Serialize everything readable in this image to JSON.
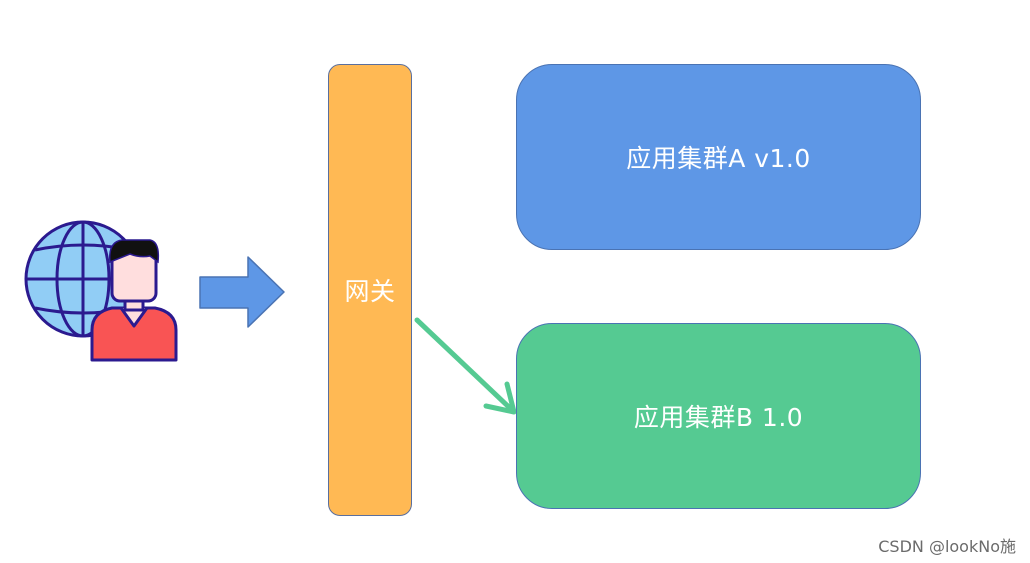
{
  "gateway": {
    "label": "网关",
    "color": "#ffb954"
  },
  "cluster_a": {
    "label": "应用集群A v1.0",
    "color": "#5e97e6"
  },
  "cluster_b": {
    "label": "应用集群B 1.0",
    "color": "#55ca92"
  },
  "user": {
    "icon": "globe-user-icon"
  },
  "arrows": [
    {
      "from": "user",
      "to": "gateway",
      "color": "#5e97e6"
    },
    {
      "from": "gateway",
      "to": "cluster_b",
      "color": "#55ca92"
    }
  ],
  "watermark": "CSDN @lookNo施"
}
